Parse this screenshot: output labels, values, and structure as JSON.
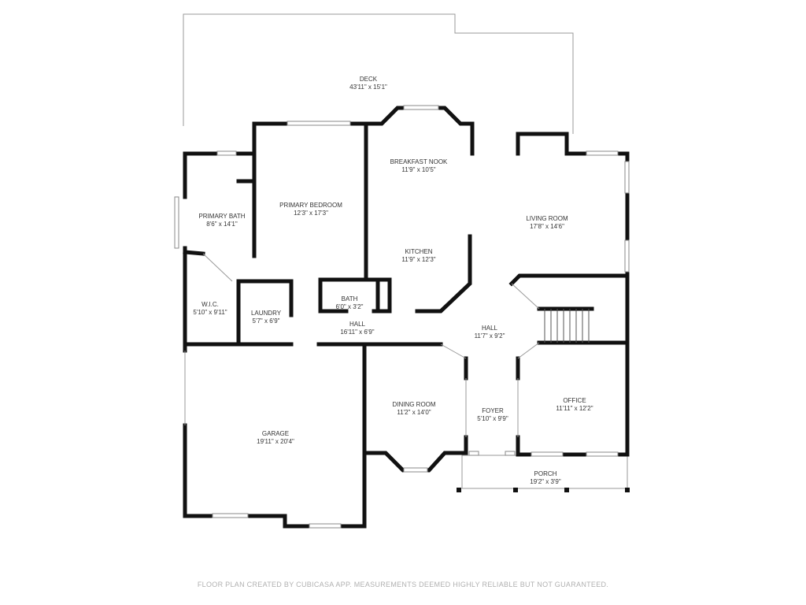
{
  "rooms": [
    {
      "name": "DECK",
      "size": "43'11\" x 15'1\""
    },
    {
      "name": "BREAKFAST NOOK",
      "size": "11'9\" x 10'5\""
    },
    {
      "name": "PRIMARY BEDROOM",
      "size": "12'3\" x 17'3\""
    },
    {
      "name": "PRIMARY BATH",
      "size": "8'6\" x 14'1\""
    },
    {
      "name": "LIVING ROOM",
      "size": "17'8\" x 14'6\""
    },
    {
      "name": "KITCHEN",
      "size": "11'9\" x 12'3\""
    },
    {
      "name": "BATH",
      "size": "6'0\" x 3'2\""
    },
    {
      "name": "W.I.C.",
      "size": "5'10\" x 9'11\""
    },
    {
      "name": "LAUNDRY",
      "size": "5'7\" x 6'9\""
    },
    {
      "name": "HALL",
      "size": "16'11\" x 6'9\""
    },
    {
      "name": "HALL",
      "size": "11'7\" x 9'2\""
    },
    {
      "name": "DINING ROOM",
      "size": "11'2\" x 14'0\""
    },
    {
      "name": "FOYER",
      "size": "5'10\" x 9'9\""
    },
    {
      "name": "OFFICE",
      "size": "11'11\" x 12'2\""
    },
    {
      "name": "GARAGE",
      "size": "19'11\" x 20'4\""
    },
    {
      "name": "PORCH",
      "size": "19'2\" x 3'9\""
    }
  ],
  "footer": "FLOOR PLAN CREATED BY CUBICASA APP. MEASUREMENTS DEEMED HIGHLY RELIABLE BUT NOT GUARANTEED."
}
